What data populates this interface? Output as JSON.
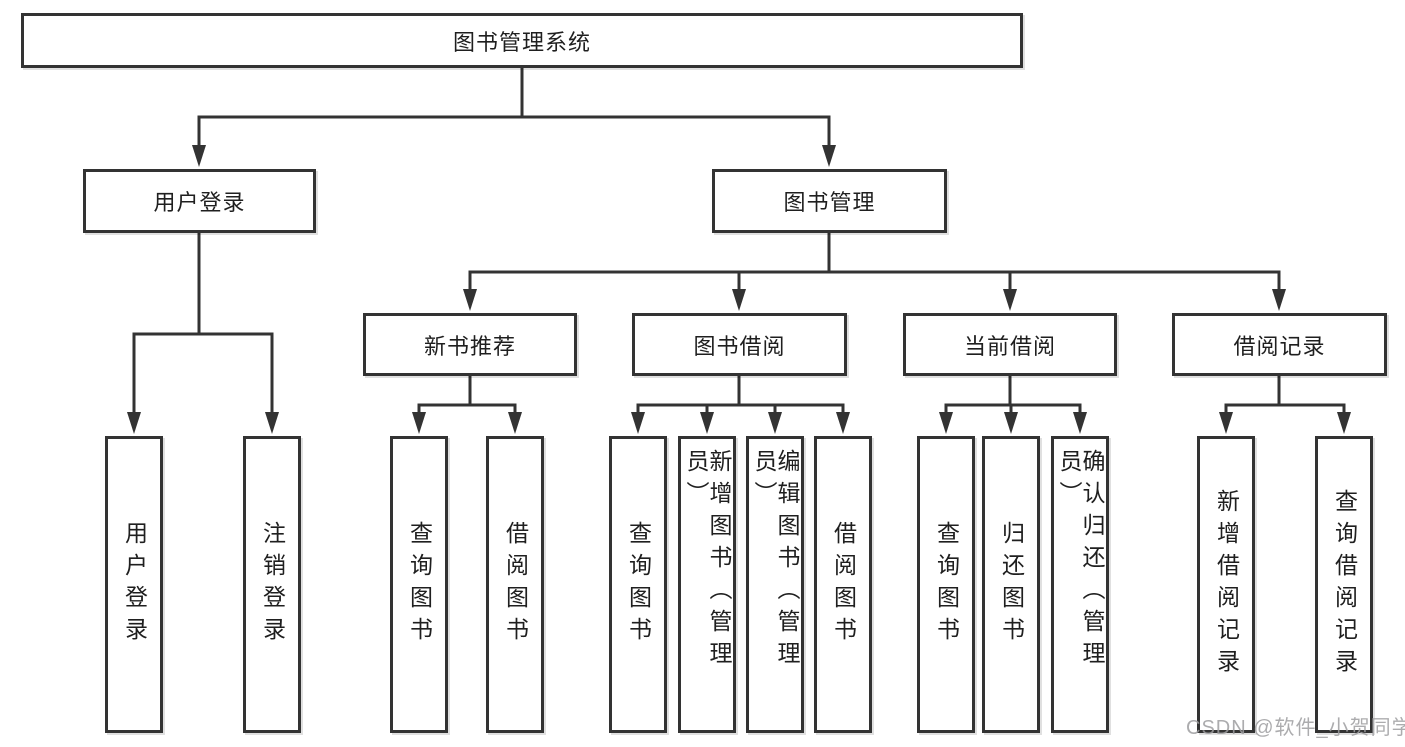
{
  "diagram_title": "图书管理系统",
  "tree": {
    "root": {
      "label": "图书管理系统",
      "children": [
        {
          "label": "用户登录",
          "children": [
            {
              "label": "用户登录"
            },
            {
              "label": "注销登录"
            }
          ]
        },
        {
          "label": "图书管理",
          "children": [
            {
              "label": "新书推荐",
              "children": [
                {
                  "label": "查询图书"
                },
                {
                  "label": "借阅图书"
                }
              ]
            },
            {
              "label": "图书借阅",
              "children": [
                {
                  "label": "查询图书"
                },
                {
                  "label": "新增图书（管理员）"
                },
                {
                  "label": "编辑图书（管理员）"
                },
                {
                  "label": "借阅图书"
                }
              ]
            },
            {
              "label": "当前借阅",
              "children": [
                {
                  "label": "查询图书"
                },
                {
                  "label": "归还图书"
                },
                {
                  "label": "确认归还（管理员）"
                }
              ]
            },
            {
              "label": "借阅记录",
              "children": [
                {
                  "label": "新增借阅记录"
                },
                {
                  "label": "查询借阅记录"
                }
              ]
            }
          ]
        }
      ]
    }
  },
  "watermark": "CSDN @软件_小贺同学",
  "colors": {
    "background": "#ffffff",
    "line": "#333333",
    "box_border": "#333333",
    "text": "#1f1f1f",
    "watermark_text": "#9e9ea0"
  }
}
